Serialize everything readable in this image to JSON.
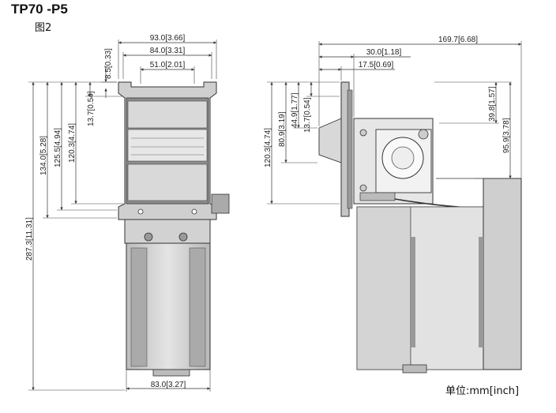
{
  "header": {
    "title": "TP70 -P5",
    "figure_label": "图2"
  },
  "footer": {
    "unit_label": "单位:mm[inch]"
  },
  "front_view": {
    "dimensions": {
      "width_top_outer": "93.0[3.66]",
      "width_top_inner": "84.0[3.31]",
      "width_slot": "51.0[2.01]",
      "width_bottom": "83.0[3.27]",
      "flange_thickness": "8.5[0.33]",
      "height_total": "287.3[11.31]",
      "height_head": "134.0[5.28]",
      "height_head_inner": "125.5[4.94]",
      "height_window": "120.3[4.74]",
      "height_slot_offset": "13.7[0.54]"
    }
  },
  "side_view": {
    "dimensions": {
      "depth_total": "169.7[6.68]",
      "depth_bezel": "30.0[1.18]",
      "depth_flange": "17.5[0.69]",
      "height_bezel": "120.3[4.74]",
      "height_upper": "80.9[3.19]",
      "height_slot_center": "44.9[1.77]",
      "height_slot_offset": "13.7[0.54]",
      "height_right_small": "39.8[1.57]",
      "height_right_large": "95.9[3.78]"
    }
  },
  "colors": {
    "body_gray": "#d6d6d6",
    "dark_gray": "#8a8a8a",
    "outline": "#333333",
    "background": "#ffffff"
  }
}
